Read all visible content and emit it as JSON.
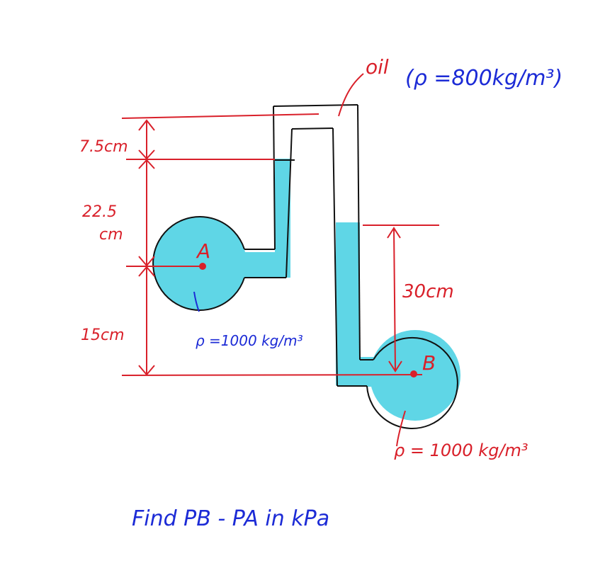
{
  "labels": {
    "oil": "oil",
    "oil_density": "(ρ =800kg/m³)",
    "dim_7_5": "7.5cm",
    "dim_22_5_a": "22.5",
    "dim_22_5_b": "cm",
    "dim_15": "15cm",
    "dim_30": "30cm",
    "point_a": "A",
    "point_b": "B",
    "rho_a": "ρ =1000 kg/m³",
    "rho_b": "ρ = 1000 kg/m³",
    "question": "Find  PB - PA  in  kPa"
  },
  "colors": {
    "water": "#5fd6e6",
    "dimension": "#d9202a",
    "annotation": "#1c2bd6",
    "pipe": "#111111"
  }
}
